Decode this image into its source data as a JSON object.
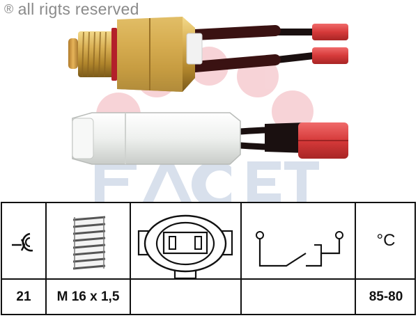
{
  "watermark": {
    "symbol": "®",
    "copyright_text": "all rigts reserved",
    "brand": "FACET"
  },
  "specs": {
    "torque": "21",
    "thread": "M 16 x 1,5",
    "temperature_unit": "°C",
    "temperature_range": "85-80"
  },
  "colors": {
    "brass": "#c9a042",
    "wire_red": "#d94a4a",
    "watermark_blue": "#b9c7dd",
    "watermark_red": "#f1b0b8"
  },
  "icons": [
    "wrench-icon",
    "thread-icon",
    "connector-icon",
    "switch-symbol-icon"
  ]
}
